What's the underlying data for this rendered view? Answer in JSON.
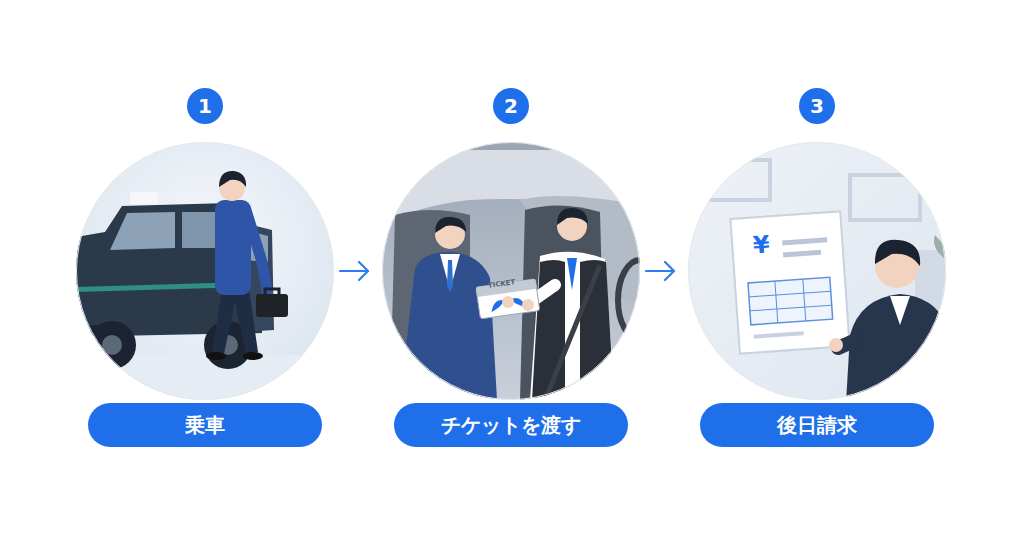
{
  "diagram": {
    "nodes": [
      {
        "text": [
          "1",
          "乗車"
        ]
      },
      {
        "text": [
          "2",
          "チケットを渡す"
        ]
      },
      {
        "text": [
          "3",
          "後日請求"
        ]
      }
    ],
    "edges": [
      {
        "from": 0,
        "to": 1,
        "arrow": "to"
      },
      {
        "from": 1,
        "to": 2,
        "arrow": "to"
      }
    ],
    "labels": [
      "TICKET",
      "¥"
    ]
  }
}
